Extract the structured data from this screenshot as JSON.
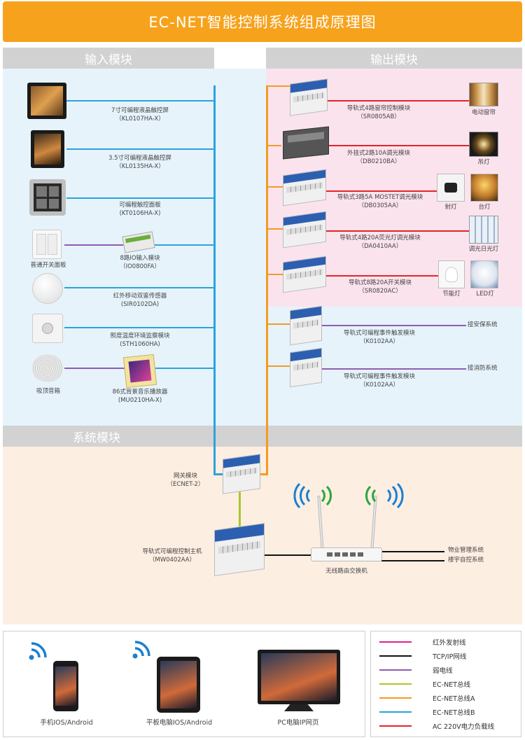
{
  "title": "EC-NET智能控制系统组成原理图",
  "sections": {
    "input": "输入模块",
    "output": "输出模块",
    "system": "系统模块"
  },
  "inputs": [
    {
      "name": "7寸可编程液晶触控屏",
      "model": "（KL0107HA-X）"
    },
    {
      "name": "3.5寸可编程液晶触控屏",
      "model": "（KL0135HA-X）"
    },
    {
      "name": "可编程触控面板",
      "model": "(KT0106HA-X)"
    },
    {
      "name": "8路IO输入模块",
      "model": "（IO0800FA）",
      "side_label": "普通开关面板"
    },
    {
      "name": "红外移动双鉴传感器",
      "model": "(SIR0102DA)"
    },
    {
      "name": "照度温度环境监察模块",
      "model": "(STH1060HA)"
    },
    {
      "name": "86式背景音乐播放器",
      "model": "(MU0210HA-X)",
      "side_label": "吸顶音箱"
    }
  ],
  "outputs": [
    {
      "name": "导轨式4路窗帘控制模块",
      "model": "（SR0805AB）",
      "loads": [
        "电动窗帘"
      ]
    },
    {
      "name": "外挂式2路10A调光模块",
      "model": "（DB0210BA）",
      "loads": [
        "吊灯"
      ]
    },
    {
      "name": "导轨式3路5A MOSTET调光模块",
      "model": "（DB0305AA）",
      "loads": [
        "射灯",
        "台灯"
      ]
    },
    {
      "name": "导轨式4路20A荧光灯调光模块",
      "model": "（DA0410AA）",
      "loads": [
        "调光日光灯"
      ]
    },
    {
      "name": "导轨式8路20A开关模块",
      "model": "（SR0820AC）",
      "loads": [
        "节能灯",
        "LED灯"
      ]
    },
    {
      "name": "导轨式可编程事件触发模块",
      "model": "（K0102AA）",
      "loads": [
        "接安保系统"
      ]
    },
    {
      "name": "导轨式可编程事件触发模块",
      "model": "（K0102AA）",
      "loads": [
        "接消防系统"
      ]
    }
  ],
  "system": {
    "gateway": {
      "name": "网关模块",
      "model": "（ECNET-2）"
    },
    "host": {
      "name": "导轨式可编程控制主机",
      "model": "（MW0402AA）"
    },
    "router": "无线路由交换机",
    "links": [
      "物业管理系统",
      "楼宇自控系统"
    ]
  },
  "clients": [
    {
      "label": "手机IOS/Android"
    },
    {
      "label": "平板电脑IOS/Android"
    },
    {
      "label": "PC电脑IP网页"
    }
  ],
  "legend": [
    {
      "label": "红外发射线",
      "color": "#e0218a"
    },
    {
      "label": "TCP/IP网线",
      "color": "#111111"
    },
    {
      "label": "弱电线",
      "color": "#8e5bb5"
    },
    {
      "label": "EC-NET总线",
      "color": "#a6c92a"
    },
    {
      "label": "EC-NET总线A",
      "color": "#f59a23"
    },
    {
      "label": "EC-NET总线B",
      "color": "#2ba3dc"
    },
    {
      "label": "AC 220V电力负载线",
      "color": "#e4242a"
    }
  ],
  "colors": {
    "title_bg": "#f7a21c",
    "input_bg": "#e6f3fb",
    "output_bg": "#fbe3ee",
    "system_bg": "#fdeee2",
    "section_header": "#d2d2d2",
    "busA": "#f59a23",
    "busB": "#2ba3dc",
    "power": "#e4242a",
    "weak": "#8e5bb5",
    "tcp": "#111111",
    "ecnet": "#a6c92a",
    "wifi_blue": "#1b7fd0",
    "wifi_green": "#2aa63a"
  }
}
